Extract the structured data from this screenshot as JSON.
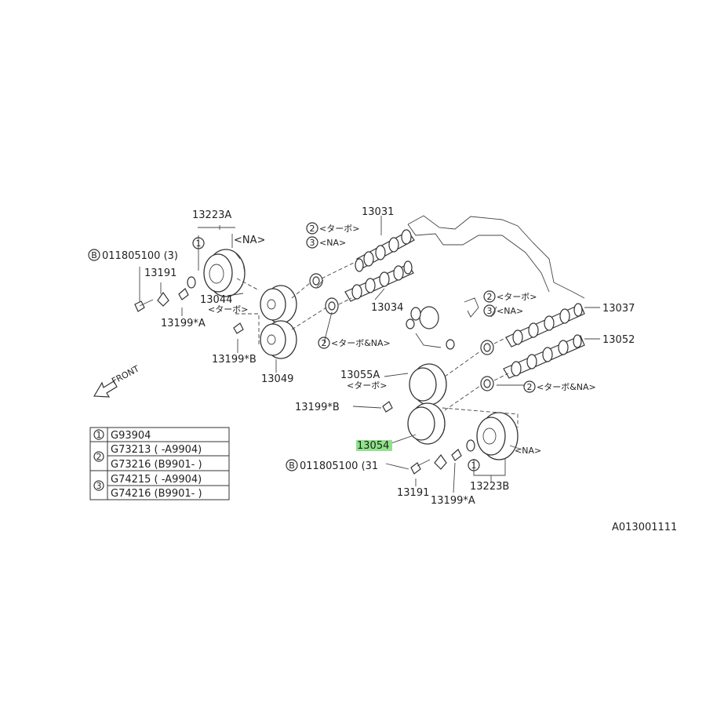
{
  "labels": {
    "p13223A": "13223A",
    "p13031": "13031",
    "na1": "<NA>",
    "turbo_top": "<ターボ>",
    "na_top": "<NA>",
    "bolt_top": "011805100 (3)",
    "p13191_top": "13191",
    "p13044": "13044",
    "turbo_13044": "<ターボ>",
    "p13034": "13034",
    "p13199A_top": "13199*A",
    "turbo_na_left": "<ターボ&NA>",
    "p13199B_top": "13199*B",
    "p13049": "13049",
    "turbo_right": "<ターボ>",
    "na_right": "<NA>",
    "p13037": "13037",
    "p13052": "13052",
    "turbo_na_right": "<ターボ&NA>",
    "p13055A": "13055A",
    "turbo_13055A": "<ターボ>",
    "p13199B_mid": "13199*B",
    "p13054": "13054",
    "bolt_bottom": "011805100 (31",
    "na_bottom": "<NA>",
    "p13191_bottom": "13191",
    "p13199A_bottom": "13199*A",
    "p13223B": "13223B",
    "front": "FRONT",
    "code": "A013001111",
    "circle_B": "B",
    "n1": "1",
    "n2": "2",
    "n3": "3"
  },
  "legend": {
    "rows": [
      {
        "num": "1",
        "entries": [
          "G93904"
        ]
      },
      {
        "num": "2",
        "entries": [
          "G73213 ( -A9904)",
          "G73216 (B9901- )"
        ]
      },
      {
        "num": "3",
        "entries": [
          "G74215 ( -A9904)",
          "G74216 (B9901- )"
        ]
      }
    ]
  },
  "colors": {
    "highlight": "#8fe38a",
    "line": "#333333"
  }
}
